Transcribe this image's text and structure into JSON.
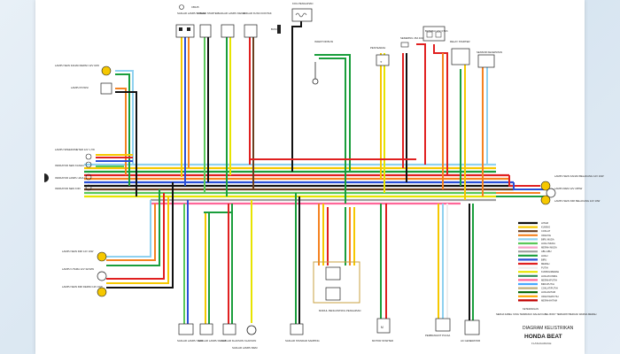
{
  "title": {
    "line1": "DIAGRAM KELISTRIKAN",
    "line2": "HONDA BEAT",
    "line3": "FLASHGARAGE"
  },
  "logo": {
    "text": "CB125"
  },
  "components_top": {
    "saklar_lampu_utama": "SAKLAR LAMPU UTAMA",
    "saklar_starter": "SAKLAR STARTER",
    "saklar_lampu_dekat": "SAKLAR LAMPU DEKAT",
    "saklar_kunci_kontak": "SAKLAR KUNCI KONTAK",
    "koil_pengapian": "KOIL PENGAPIAN",
    "busi": "BUSI",
    "injector_busi": "INJEKTOR BUSI",
    "penyearah": "PENYEARAH",
    "sekering": "SEKERING 15A 10A",
    "baterai": "BATERAI 12V 3,5Ah",
    "relay_starter": "RELAY STARTER",
    "sensor_kecepatan": "SENSOR KECEPATAN"
  },
  "components_left": {
    "lampu_sein_kanan": "LAMPU SEIN KANAN DEPAN 12V 10W",
    "lampu_posisi": "LAMPU POSISI",
    "lampu_speedometer": "LAMPU SPEEDOMETER 12V 1,7W",
    "indikator_sein_kanan": "INDIKATOR SEIN KANAN",
    "indikator_lampu_jauh": "INDIKATOR LAMPU JAUH",
    "indikator_sein_kiri": "INDIKATOR SEIN KIRI",
    "lampu_sein_kiri": "LAMPU SEIN KIRI 12V 10W",
    "lampu_utama": "LAMPU UTAMA 12V 32/32W",
    "lampu_sein_kiri_depan": "LAMPU SEIN KIRI DEPAN 12V 10W"
  },
  "components_right": {
    "lampu_sein_kanan_bel": "LAMPU SEIN KANAN BELAKANG 12V 10W",
    "lampu_rem": "LAMPU REM 12V 18/5W",
    "lampu_sein_kiri_bel": "LAMPU SEIN KIRI BELAKANG 12V 10W"
  },
  "components_bottom": {
    "saklar_lampu_sein": "SAKLAR LAMPU SEIN",
    "saklar_lampu_dekat": "SAKLAR LAMPU DEKAT",
    "saklar_klakson": "SAKLAR KLAKSON",
    "saklar_lampu_rem": "SAKLAR LAMPU REM",
    "klakson": "KLAKSON",
    "saklar_standar": "SAKLAR STANDAR SAMPING",
    "modul": "MODUL PENGONTROL PENGAPIAN",
    "motor_starter": "MOTOR STARTER",
    "pembangkit_pulsa": "PEMBANGKIT PULSA",
    "ac_generator": "AC GENERATOR"
  },
  "legend": {
    "title": "KETERANGAN",
    "items": [
      {
        "color": "#111111",
        "label": "HITAM"
      },
      {
        "color": "#f6c800",
        "label": "KUNING"
      },
      {
        "color": "#6b3f1f",
        "label": "COKLAT"
      },
      {
        "color": "#f58220",
        "label": "ORANYE"
      },
      {
        "color": "#8fd1f0",
        "label": "BIRU MUDA"
      },
      {
        "color": "#5ac85a",
        "label": "HIJAU MUDA"
      },
      {
        "color": "#f6a0c8",
        "label": "MERAH MUDA"
      },
      {
        "color": "#a0a0a0",
        "label": "ABU-ABU"
      },
      {
        "color": "#1a9e3c",
        "label": "HIJAU"
      },
      {
        "color": "#2a4fd6",
        "label": "BIRU"
      },
      {
        "color": "#e02020",
        "label": "MERAH"
      },
      {
        "color": "#eeeeee",
        "label": "PUTIH"
      },
      {
        "color": "#e7e400",
        "label": "KUNING/MERAH"
      },
      {
        "color": "#2e8b57",
        "label": "HIJAU/KUNING"
      },
      {
        "color": "#ff6699",
        "label": "MERAH/PUTIH"
      },
      {
        "color": "#4aa8ff",
        "label": "BIRU/PUTIH"
      },
      {
        "color": "#bfae7a",
        "label": "COKLAT/PUTIH"
      },
      {
        "color": "#006400",
        "label": "HIJAU/HITAM"
      },
      {
        "color": "#ffa500",
        "label": "ORANYE/PUTIH"
      },
      {
        "color": "#c00000",
        "label": "MERAH/HITAM"
      }
    ],
    "note": "SEMUA KABEL YANG TERMASUK DALAM KABEL BODY TERDAPAT BERCAK WARNA MERAH"
  }
}
